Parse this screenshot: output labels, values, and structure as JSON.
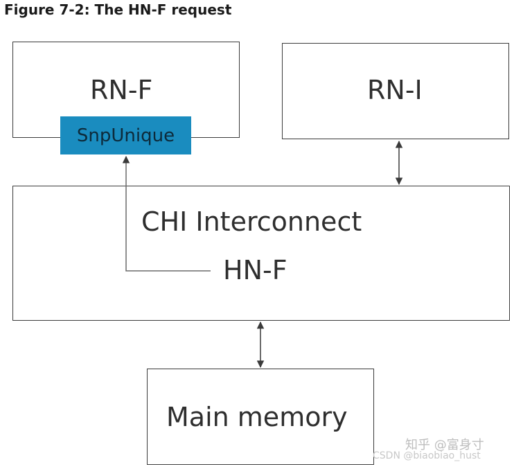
{
  "figure": {
    "title": "Figure 7-2: The HN-F request"
  },
  "nodes": {
    "rn_f": {
      "label": "RN-F"
    },
    "rn_i": {
      "label": "RN-I"
    },
    "chi_interconnect": {
      "label": "CHI Interconnect"
    },
    "hn_f": {
      "label": "HN-F"
    },
    "main_memory": {
      "label": "Main memory"
    }
  },
  "tags": {
    "snp_unique": {
      "label": "SnpUnique",
      "color": "#1a8cbf"
    }
  },
  "watermarks": {
    "zhihu": "知乎 @富身寸",
    "csdn": "CSDN @biaobiao_hust"
  },
  "colors": {
    "line": "#3a3a3a",
    "snoop_line": "#6a6a6a",
    "background": "#ffffff"
  }
}
